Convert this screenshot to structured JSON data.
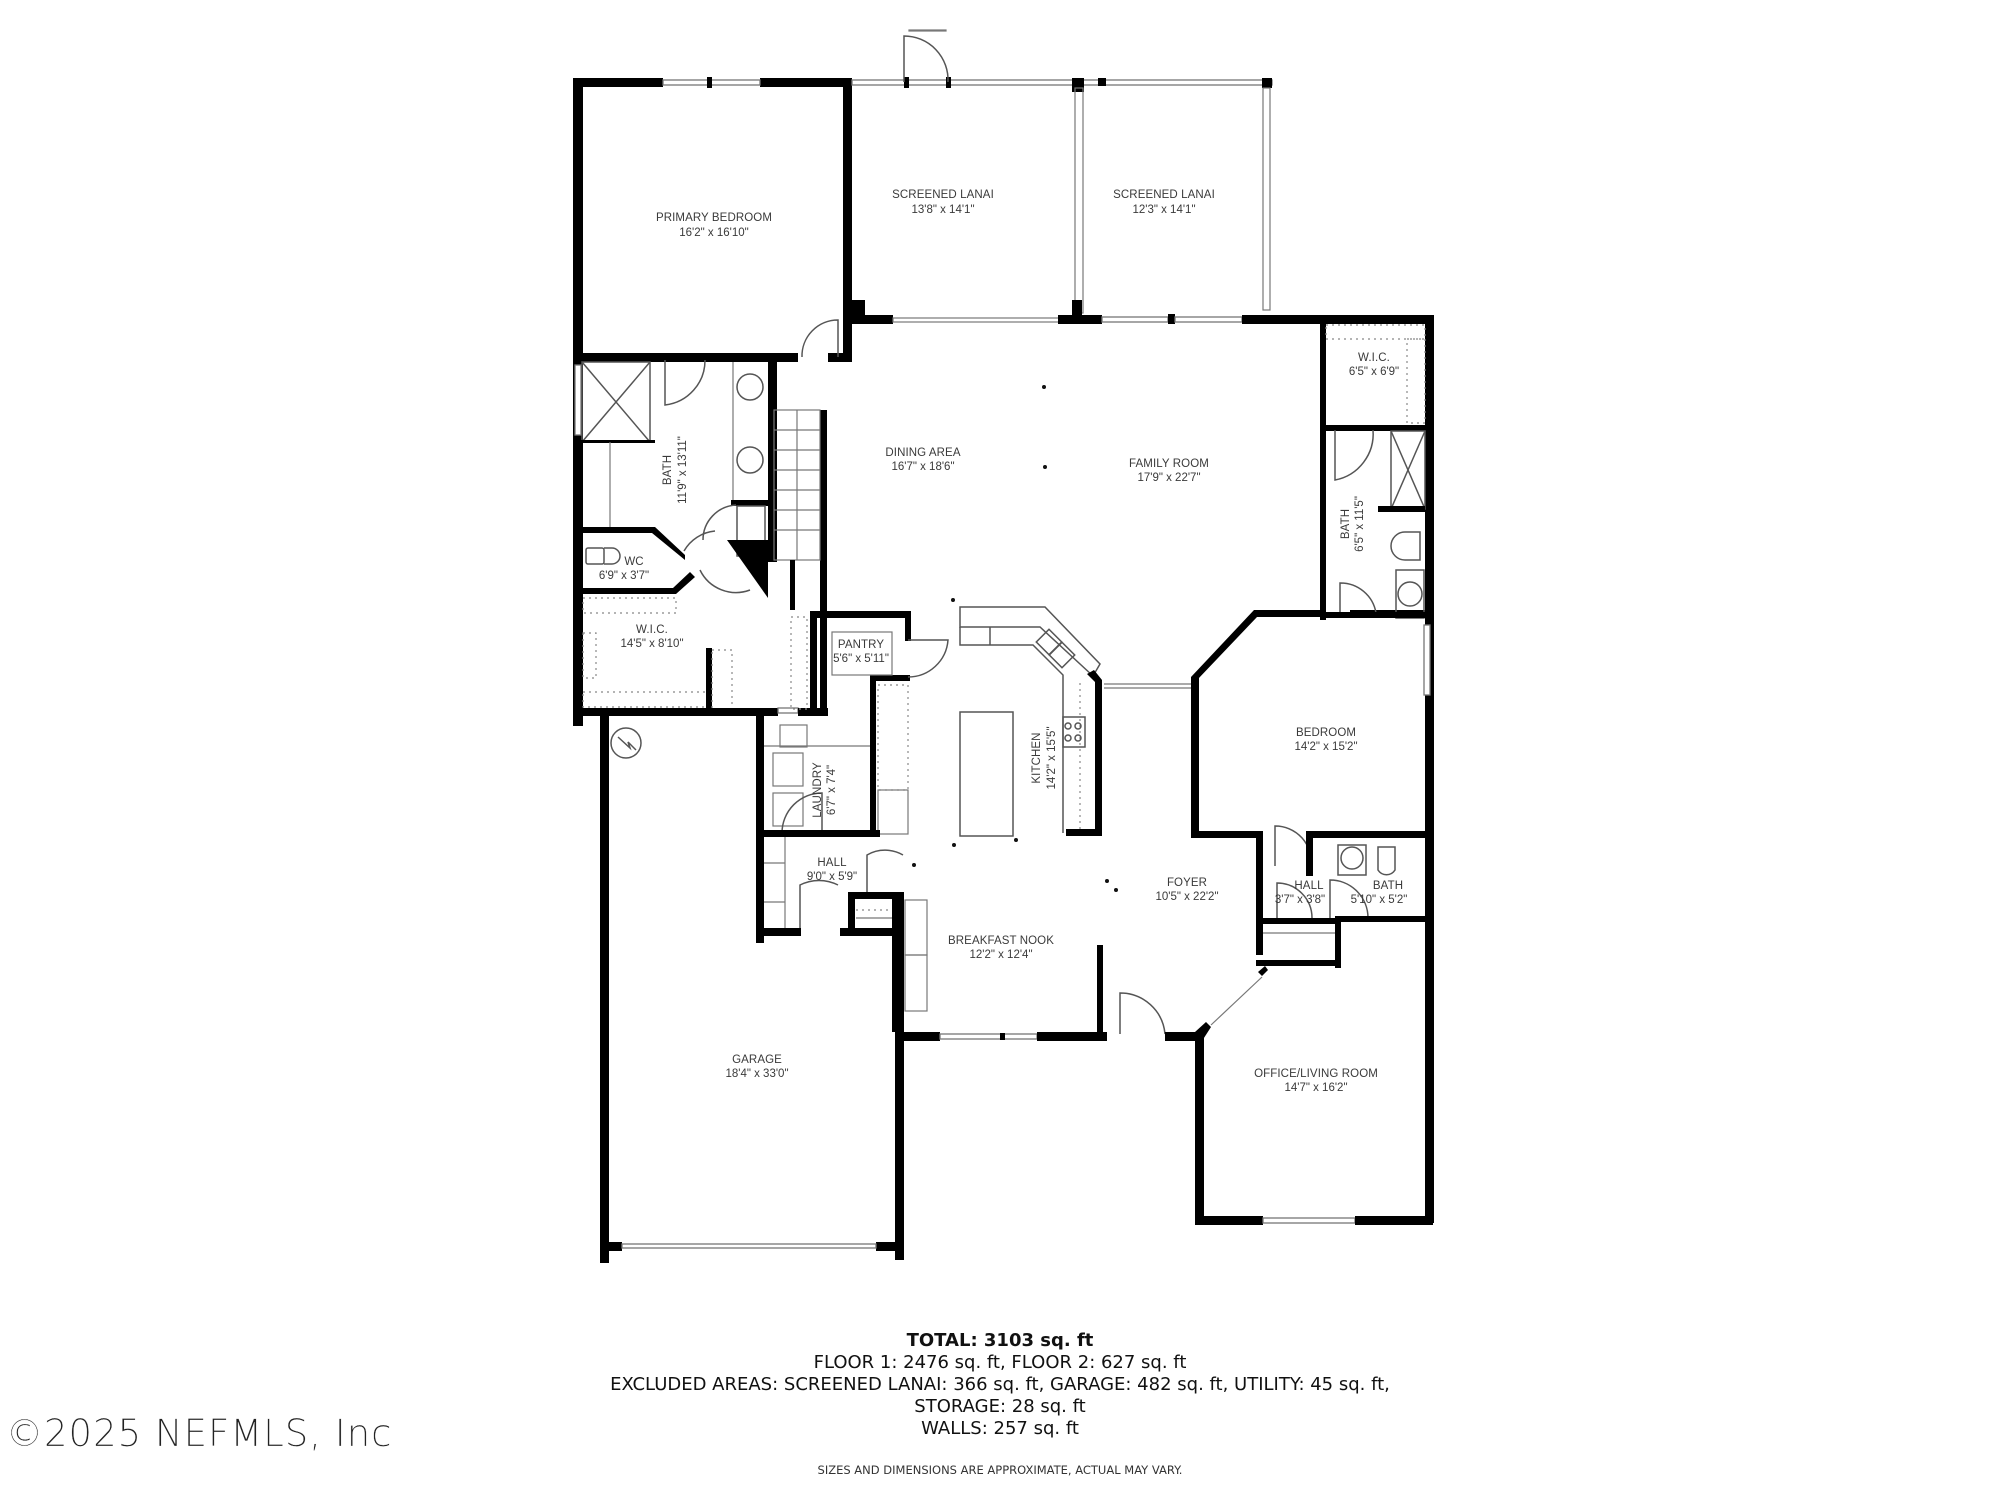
{
  "plan": {
    "rooms": {
      "primary_bedroom": {
        "name": "PRIMARY BEDROOM",
        "dims": "16'2\" x 16'10\""
      },
      "screened_lanai_1": {
        "name": "SCREENED LANAI",
        "dims": "13'8\" x 14'1\""
      },
      "screened_lanai_2": {
        "name": "SCREENED LANAI",
        "dims": "12'3\" x 14'1\""
      },
      "primary_bath": {
        "name": "BATH",
        "dims": "11'9\" x 13'11\""
      },
      "wc": {
        "name": "WC",
        "dims": "6'9\" x 3'7\""
      },
      "primary_wic": {
        "name": "W.I.C.",
        "dims": "14'5\" x 8'10\""
      },
      "dining_area": {
        "name": "DINING AREA",
        "dims": "16'7\" x 18'6\""
      },
      "family_room": {
        "name": "FAMILY ROOM",
        "dims": "17'9\" x 22'7\""
      },
      "wic_2": {
        "name": "W.I.C.",
        "dims": "6'5\" x 6'9\""
      },
      "bath_2": {
        "name": "BATH",
        "dims": "6'5\" x 11'5\""
      },
      "pantry": {
        "name": "PANTRY",
        "dims": "5'6\" x 5'11\""
      },
      "kitchen": {
        "name": "KITCHEN",
        "dims": "14'2\" x 15'5\""
      },
      "bedroom": {
        "name": "BEDROOM",
        "dims": "14'2\" x 15'2\""
      },
      "laundry": {
        "name": "LAUNDRY",
        "dims": "6'7\" x 7'4\""
      },
      "hall_1": {
        "name": "HALL",
        "dims": "9'0\" x 5'9\""
      },
      "foyer": {
        "name": "FOYER",
        "dims": "10'5\" x 22'2\""
      },
      "hall_2": {
        "name": "HALL",
        "dims": "3'7\" x 3'8\""
      },
      "bath_3": {
        "name": "BATH",
        "dims": "5'10\" x 5'2\""
      },
      "breakfast_nook": {
        "name": "BREAKFAST NOOK",
        "dims": "12'2\" x 12'4\""
      },
      "garage": {
        "name": "GARAGE",
        "dims": "18'4\" x 33'0\""
      },
      "office_living": {
        "name": "OFFICE/LIVING ROOM",
        "dims": "14'7\" x 16'2\""
      }
    }
  },
  "summary": {
    "total": "TOTAL: 3103 sq. ft",
    "floors": "FLOOR 1: 2476 sq. ft, FLOOR 2: 627 sq. ft",
    "excluded": "EXCLUDED AREAS: SCREENED LANAI: 366 sq. ft, GARAGE: 482 sq. ft, UTILITY: 45 sq. ft,",
    "storage": "STORAGE: 28 sq. ft",
    "walls": "WALLS: 257 sq. ft",
    "disclaimer": "SIZES AND DIMENSIONS ARE APPROXIMATE, ACTUAL MAY VARY."
  },
  "watermark": "©2025 NEFMLS, Inc"
}
